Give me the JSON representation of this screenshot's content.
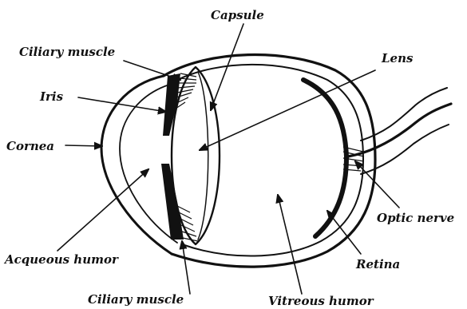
{
  "labels": {
    "capsule": "Capsule",
    "ciliary_muscle_top": "Ciliary muscle",
    "lens": "Lens",
    "iris": "Iris",
    "cornea": "Cornea",
    "optic_nerve": "Optic nerve",
    "acqueous_humor": "Acqueous humor",
    "retina": "Retina",
    "ciliary_muscle_bottom": "Ciliary  muscle",
    "vitreous_humor": "Vitreous humor"
  },
  "colors": {
    "ink": "#111111",
    "background": "#ffffff"
  }
}
